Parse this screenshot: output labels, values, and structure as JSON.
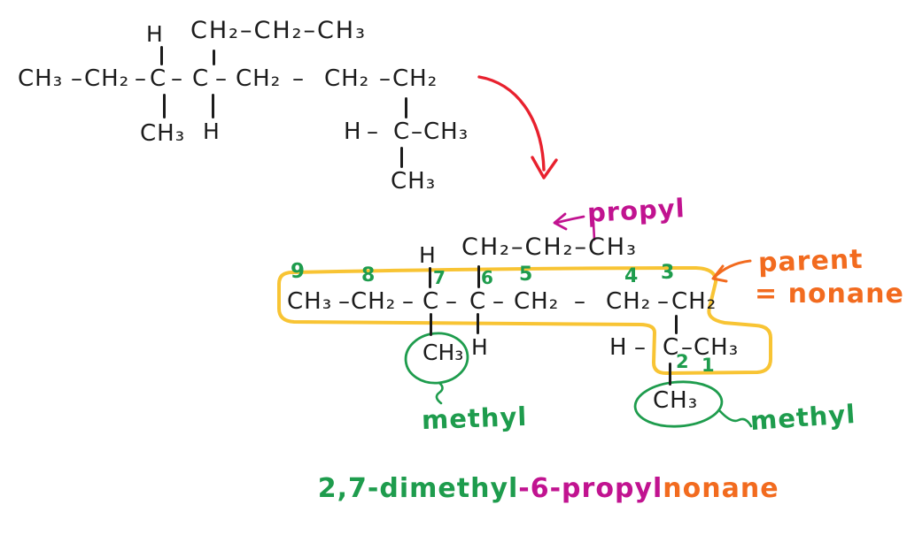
{
  "sym": {
    "dash": "–"
  },
  "top_molecule": {
    "h_top": "H",
    "propyl_branch": "CH₂–CH₂–CH₃",
    "chain": [
      "CH₃",
      "CH₂",
      "C",
      "C",
      "CH₂",
      "CH₂",
      "CH₂"
    ],
    "methyl_below": "CH₃",
    "h_below": "H",
    "branch": {
      "h": "H",
      "c": "C",
      "ch3": "CH₃",
      "ch3_bottom": "CH₃"
    }
  },
  "bottom_molecule": {
    "h_top": "H",
    "propyl_branch": "CH₂–CH₂–CH₃",
    "chain": [
      "CH₃",
      "CH₂",
      "C",
      "C",
      "CH₂",
      "CH₂",
      "CH₂"
    ],
    "numbers": {
      "n9": "9",
      "n8": "8",
      "n7": "7",
      "n6": "6",
      "n5": "5",
      "n4": "4",
      "n3": "3",
      "n2": "2",
      "n1": "1"
    },
    "methyl_below": "CH₃",
    "h_below": "H",
    "branch": {
      "h": "H",
      "c": "C",
      "ch3": "CH₃",
      "ch3_bottom": "CH₃"
    }
  },
  "annotations": {
    "propyl_label": "propyl",
    "parent_line1": "parent",
    "parent_line2": "= nonane",
    "methyl_left": "methyl",
    "methyl_right": "methyl"
  },
  "iupac_name": {
    "dimethyl": "2,7-dimethyl",
    "propyl": "-6-propyl",
    "parent": "nonane"
  },
  "colors": {
    "ink": "#1c1c1c",
    "red": "#e8212e",
    "green": "#1e9c4d",
    "magenta": "#c11390",
    "orange": "#f26b1f",
    "yellow": "#f8c434"
  }
}
